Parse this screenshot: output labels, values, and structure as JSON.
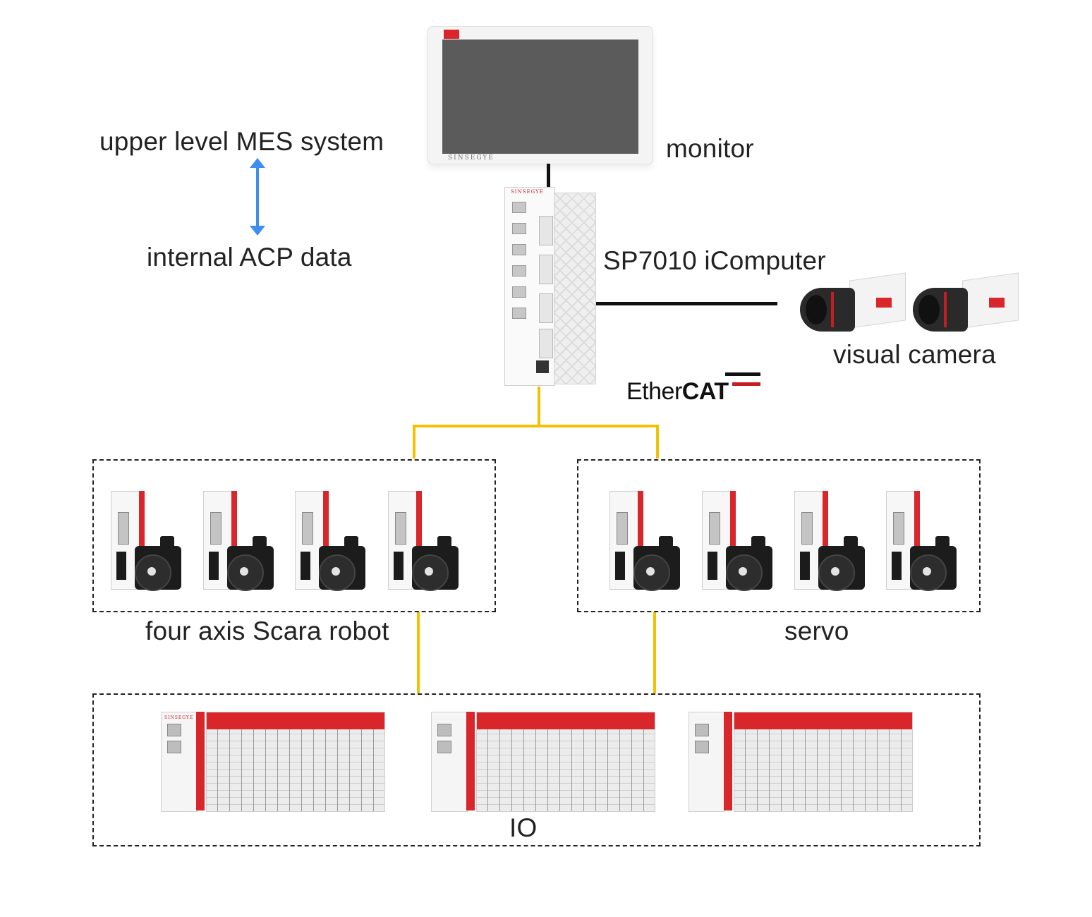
{
  "labels": {
    "mes": "upper level MES system",
    "acp": "internal ACP data",
    "monitor": "monitor",
    "computer": "SP7010 iComputer",
    "camera": "visual camera",
    "scara": "four axis Scara robot",
    "servo": "servo",
    "io": "IO"
  },
  "logo": {
    "ethercat_plain": "Ether",
    "ethercat_bold": "CAT"
  },
  "colors": {
    "arrow": "#3d8ef0",
    "ethercat_wire": "#f2c100",
    "signal_wire": "#111111",
    "brand_red": "#d8262b"
  },
  "devices": {
    "scara_drives": 4,
    "servo_drives": 4,
    "io_racks": 3,
    "cameras": 2
  }
}
